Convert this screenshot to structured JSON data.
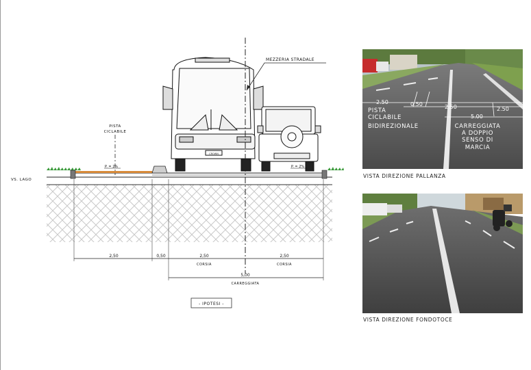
{
  "section": {
    "centerline_label": "MEZZERIA STRADALE",
    "bike_lane_label_line1": "PISTA",
    "bike_lane_label_line2": "CICLABILE",
    "slope_bike": "P. = 2%",
    "slope_road": "P. = 2%",
    "side_label": "VS. LAGO",
    "dims": {
      "bike": "2,50",
      "buffer": "0,50",
      "lane1": "2,50",
      "lane1_label": "CORSIA",
      "lane2": "2,50",
      "lane2_label": "CORSIA",
      "carriageway": "5,00",
      "carriageway_label": "CARREGGIATA"
    },
    "bus_plate": "CROWN",
    "hypothesis": "- IPOTESI -"
  },
  "photo1": {
    "caption": "VISTA DIREZIONE PALLANZA",
    "overlay": {
      "d1": "2.50",
      "d2": "0.50",
      "d3": "2.50",
      "d4": "2.50",
      "d5": "5.00",
      "bike_1": "PISTA",
      "bike_2": "CICLABILE",
      "bike_3": "BIDIREZIONALE",
      "road_1": "CARREGGIATA",
      "road_2": "A DOPPIO",
      "road_3": "SENSO DI",
      "road_4": "MARCIA"
    }
  },
  "photo2": {
    "caption": "VISTA DIREZIONE FONDOTOCE"
  }
}
